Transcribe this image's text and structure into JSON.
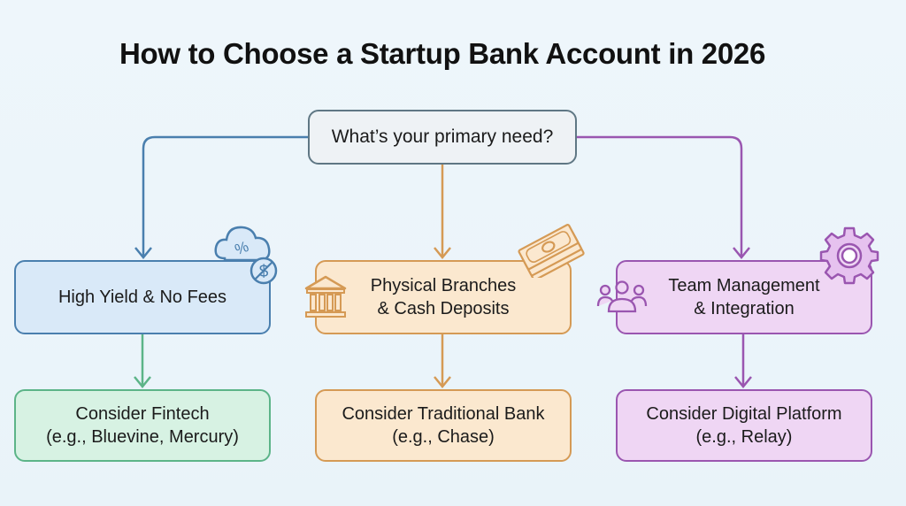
{
  "title": "How to Choose a Startup Bank Account in 2026",
  "root": {
    "label": "What’s your primary need?"
  },
  "branches": [
    {
      "need": {
        "line1": "High Yield & No Fees",
        "line2": ""
      },
      "need_icon": "cloud-percent-no-dollar-icon",
      "recommendation": {
        "line1": "Consider Fintech",
        "line2": "(e.g., Bluevine, Mercury)"
      },
      "colors": {
        "line": "#4a7fae",
        "rec_line": "#5cb488"
      }
    },
    {
      "need": {
        "line1": "Physical Branches",
        "line2": "& Cash Deposits"
      },
      "need_icons": [
        "bank-building-icon",
        "cash-stack-icon"
      ],
      "recommendation": {
        "line1": "Consider Traditional Bank",
        "line2": "(e.g., Chase)"
      },
      "colors": {
        "line": "#d59a55",
        "rec_line": "#d59a55"
      }
    },
    {
      "need": {
        "line1": "Team Management",
        "line2": "& Integration"
      },
      "need_icons": [
        "team-users-icon",
        "gear-icon"
      ],
      "recommendation": {
        "line1": "Consider Digital Platform",
        "line2": "(e.g., Relay)"
      },
      "colors": {
        "line": "#9a56b0",
        "rec_line": "#9a56b0"
      }
    }
  ],
  "colors": {
    "background": "#eaf4fa",
    "root_border": "#5f7784",
    "blue": "#4a7fae",
    "orange": "#d59a55",
    "purple": "#9a56b0",
    "green": "#5cb488"
  }
}
